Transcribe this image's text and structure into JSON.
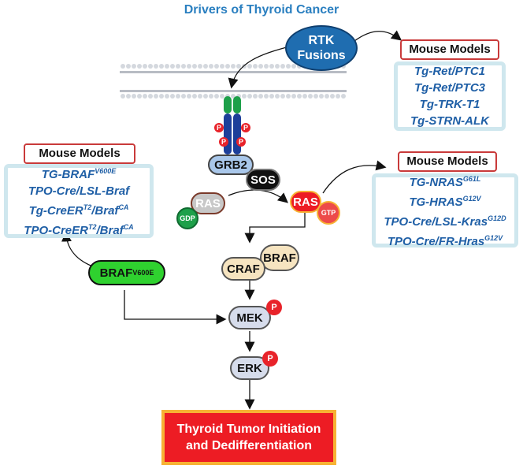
{
  "title": "Drivers of Thyroid Cancer",
  "rtk": {
    "line1": "RTK",
    "line2": "Fusions"
  },
  "mouse_models_label": "Mouse Models",
  "models_right_top": [
    {
      "text": "Tg-Ret/PTC1"
    },
    {
      "text": "Tg-Ret/PTC3"
    },
    {
      "text": "Tg-TRK-T1"
    },
    {
      "text": "Tg-STRN-ALK"
    }
  ],
  "models_left": [
    {
      "base": "TG-BRAF",
      "sup": "V600E",
      "rest": "",
      "rest_sup": ""
    },
    {
      "base": "TPO-Cre/LSL-Braf",
      "sup": "",
      "rest": "",
      "rest_sup": ""
    },
    {
      "base": "Tg-CreER",
      "sup": "T2",
      "rest": "/Braf",
      "rest_sup": "CA"
    },
    {
      "base": "TPO-CreER",
      "sup": "T2",
      "rest": "/Braf",
      "rest_sup": "CA"
    }
  ],
  "models_right_bottom": [
    {
      "base": "TG-NRAS",
      "sup": "G61L"
    },
    {
      "base": "TG-HRAS",
      "sup": "G12V"
    },
    {
      "base": "TPO-Cre/LSL-Kras",
      "sup": "G12D"
    },
    {
      "base": "TPO-Cre/FR-Hras",
      "sup": "G12V"
    }
  ],
  "nodes": {
    "grb2": "GRB2",
    "sos": "SOS",
    "ras_inactive": "RAS",
    "gdp": "GDP",
    "ras_active": "RAS",
    "gtp": "GTP",
    "braf_v600e": "BRAF",
    "braf_v600e_sup": "V600E",
    "craf": "CRAF",
    "braf": "BRAF",
    "mek": "MEK",
    "erk": "ERK",
    "phospho": "P"
  },
  "outcome": {
    "line1": "Thyroid Tumor Initiation",
    "line2": "and Dedifferentiation"
  },
  "colors": {
    "title": "#2a7fc0",
    "receptor_green": "#1ea04a",
    "receptor_blue": "#1d3f9a",
    "phospho_red": "#e8232a",
    "rtk_fill": "#1f6db0",
    "braf_mut": "#2fd12f",
    "outcome_red": "#ed1c24",
    "outcome_border": "#f7b234",
    "box_border": "#cfe7ee",
    "label_border": "#c93a3a"
  }
}
